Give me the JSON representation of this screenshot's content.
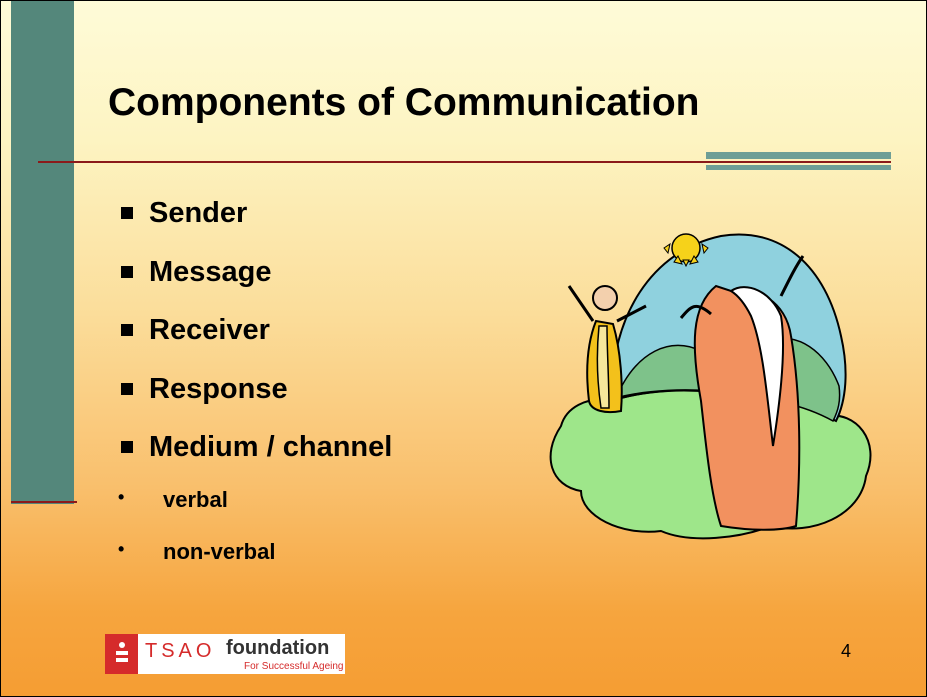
{
  "slide": {
    "title": "Components of Communication",
    "bullets": [
      "Sender",
      "Message",
      "Receiver",
      "Response",
      "Medium / channel"
    ],
    "sub_bullets": [
      "verbal",
      "non-verbal"
    ],
    "page_number": "4"
  },
  "logo": {
    "brand_part1": "TSAO",
    "brand_part2": "foundation",
    "tagline": "For Successful Ageing",
    "icon": "people-logo-icon"
  },
  "illustration": {
    "icon": "two-figures-praising-sun-illustration"
  },
  "colors": {
    "side_bar": "#54877b",
    "rule": "#8b1a1a",
    "accent_bar": "#6e9e96",
    "logo_red": "#d52b2b",
    "background_top": "#fefbd8",
    "background_bottom": "#f59d33"
  }
}
